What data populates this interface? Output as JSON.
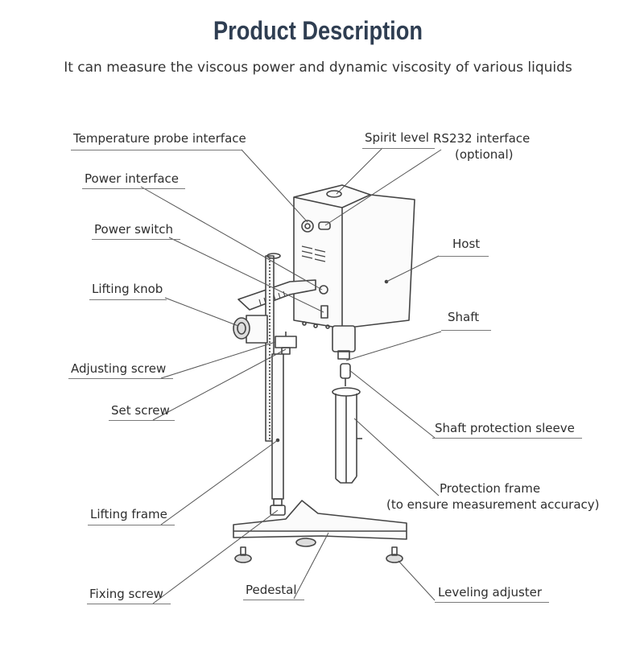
{
  "header": {
    "title": "Product  Description",
    "subtitle": "It can measure the viscous power and dynamic viscosity of various liquids"
  },
  "labels": {
    "temperature_probe_interface": "Temperature probe interface",
    "spirit_level": "Spirit level",
    "rs232_line1": "RS232 interface",
    "rs232_line2": "(optional)",
    "power_interface": "Power interface",
    "power_switch": "Power switch",
    "host": "Host",
    "lifting_knob": "Lifting knob",
    "shaft": "Shaft",
    "adjusting_screw": "Adjusting screw",
    "set_screw": "Set screw",
    "shaft_protection_sleeve": "Shaft protection sleeve",
    "protection_frame_line1": "Protection frame",
    "protection_frame_line2": "(to ensure measurement accuracy)",
    "lifting_frame": "Lifting frame",
    "fixing_screw": "Fixing screw",
    "pedestal": "Pedestal",
    "leveling_adjuster": "Leveling adjuster"
  },
  "colors": {
    "title": "#2f3e52",
    "text": "#2e2e2e",
    "line": "#555555"
  }
}
